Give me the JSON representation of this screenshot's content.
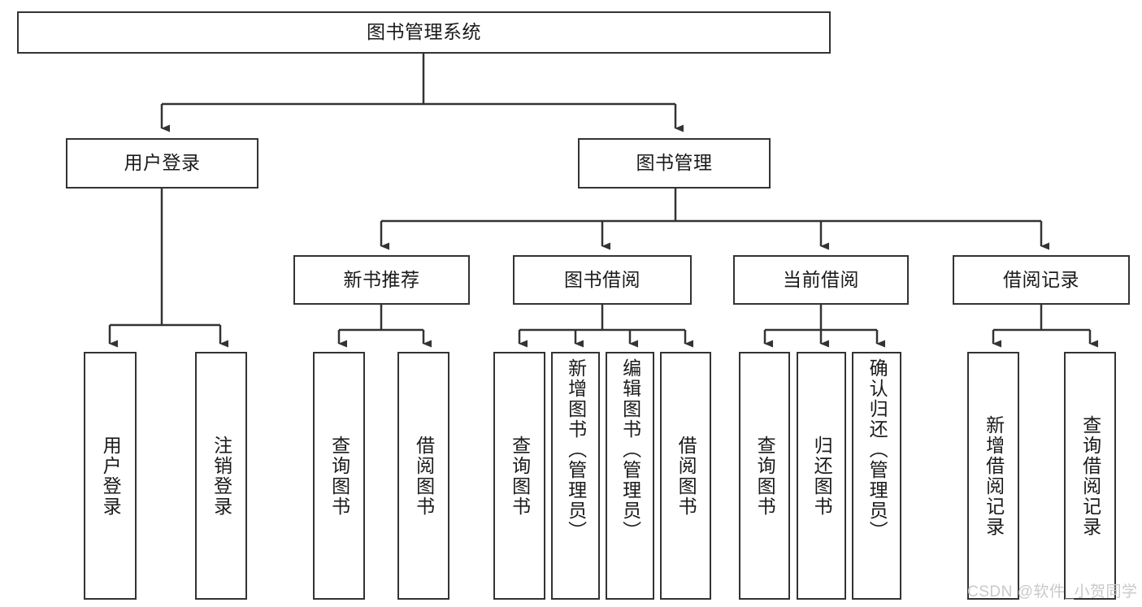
{
  "diagram": {
    "title": "图书管理系统",
    "type": "tree-hierarchy",
    "root": {
      "label": "图书管理系统"
    },
    "level2": [
      {
        "label": "用户登录"
      },
      {
        "label": "图书管理"
      }
    ],
    "level3": [
      {
        "label": "新书推荐",
        "parent": "图书管理"
      },
      {
        "label": "图书借阅",
        "parent": "图书管理"
      },
      {
        "label": "当前借阅",
        "parent": "图书管理"
      },
      {
        "label": "借阅记录",
        "parent": "图书管理"
      }
    ],
    "leaves": [
      {
        "label": "用户登录",
        "parent": "用户登录"
      },
      {
        "label": "注销登录",
        "parent": "用户登录"
      },
      {
        "label": "查询图书",
        "parent": "新书推荐"
      },
      {
        "label": "借阅图书",
        "parent": "新书推荐"
      },
      {
        "label": "查询图书",
        "parent": "图书借阅"
      },
      {
        "label": "新增图书（管理员）",
        "parent": "图书借阅"
      },
      {
        "label": "编辑图书（管理员）",
        "parent": "图书借阅"
      },
      {
        "label": "借阅图书",
        "parent": "图书借阅"
      },
      {
        "label": "查询图书",
        "parent": "当前借阅"
      },
      {
        "label": "归还图书",
        "parent": "当前借阅"
      },
      {
        "label": "确认归还（管理员）",
        "parent": "当前借阅"
      },
      {
        "label": "新增借阅记录",
        "parent": "借阅记录"
      },
      {
        "label": "查询借阅记录",
        "parent": "借阅记录"
      }
    ]
  },
  "watermark": {
    "text": "CSDN @软件_小贺同学"
  },
  "colors": {
    "stroke": "#333333",
    "fill": "#ffffff",
    "text": "#1a1a1a",
    "watermark": "#c9c9c9"
  }
}
